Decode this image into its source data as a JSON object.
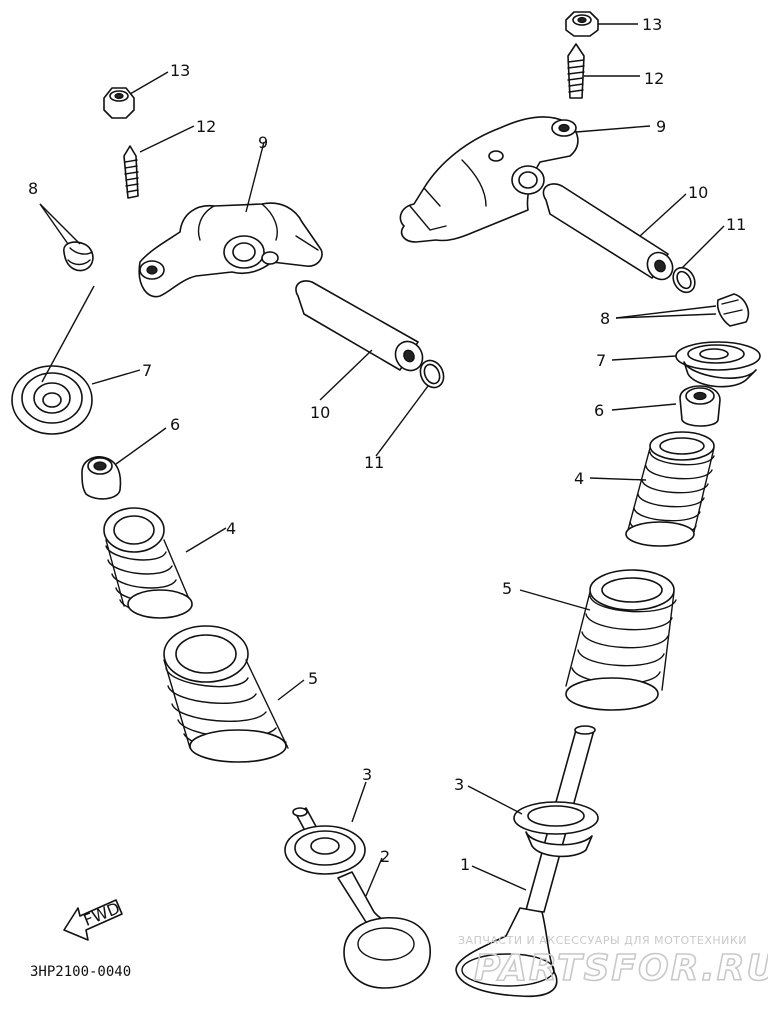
{
  "diagram": {
    "code": "3HP2100-0040",
    "fwd_label": "FWD",
    "watermark": {
      "caption": "ЗАПЧАСТИ И АКСЕССУАРЫ ДЛЯ МОТОТЕХНИКИ",
      "brand": "PARTSFOR.RU"
    },
    "callouts": {
      "c13L": "13",
      "c12L": "12",
      "c9L": "9",
      "c8L": "8",
      "c7L": "7",
      "c10L": "10",
      "c11L": "11",
      "c6L": "6",
      "c4L": "4",
      "c5L": "5",
      "c3L": "3",
      "c2L": "2",
      "c13R": "13",
      "c12R": "12",
      "c9R": "9",
      "c10R": "10",
      "c11R": "11",
      "c8R": "8",
      "c7R": "7",
      "c6R": "6",
      "c4R": "4",
      "c5R": "5",
      "c3R": "3",
      "c1R": "1"
    }
  }
}
